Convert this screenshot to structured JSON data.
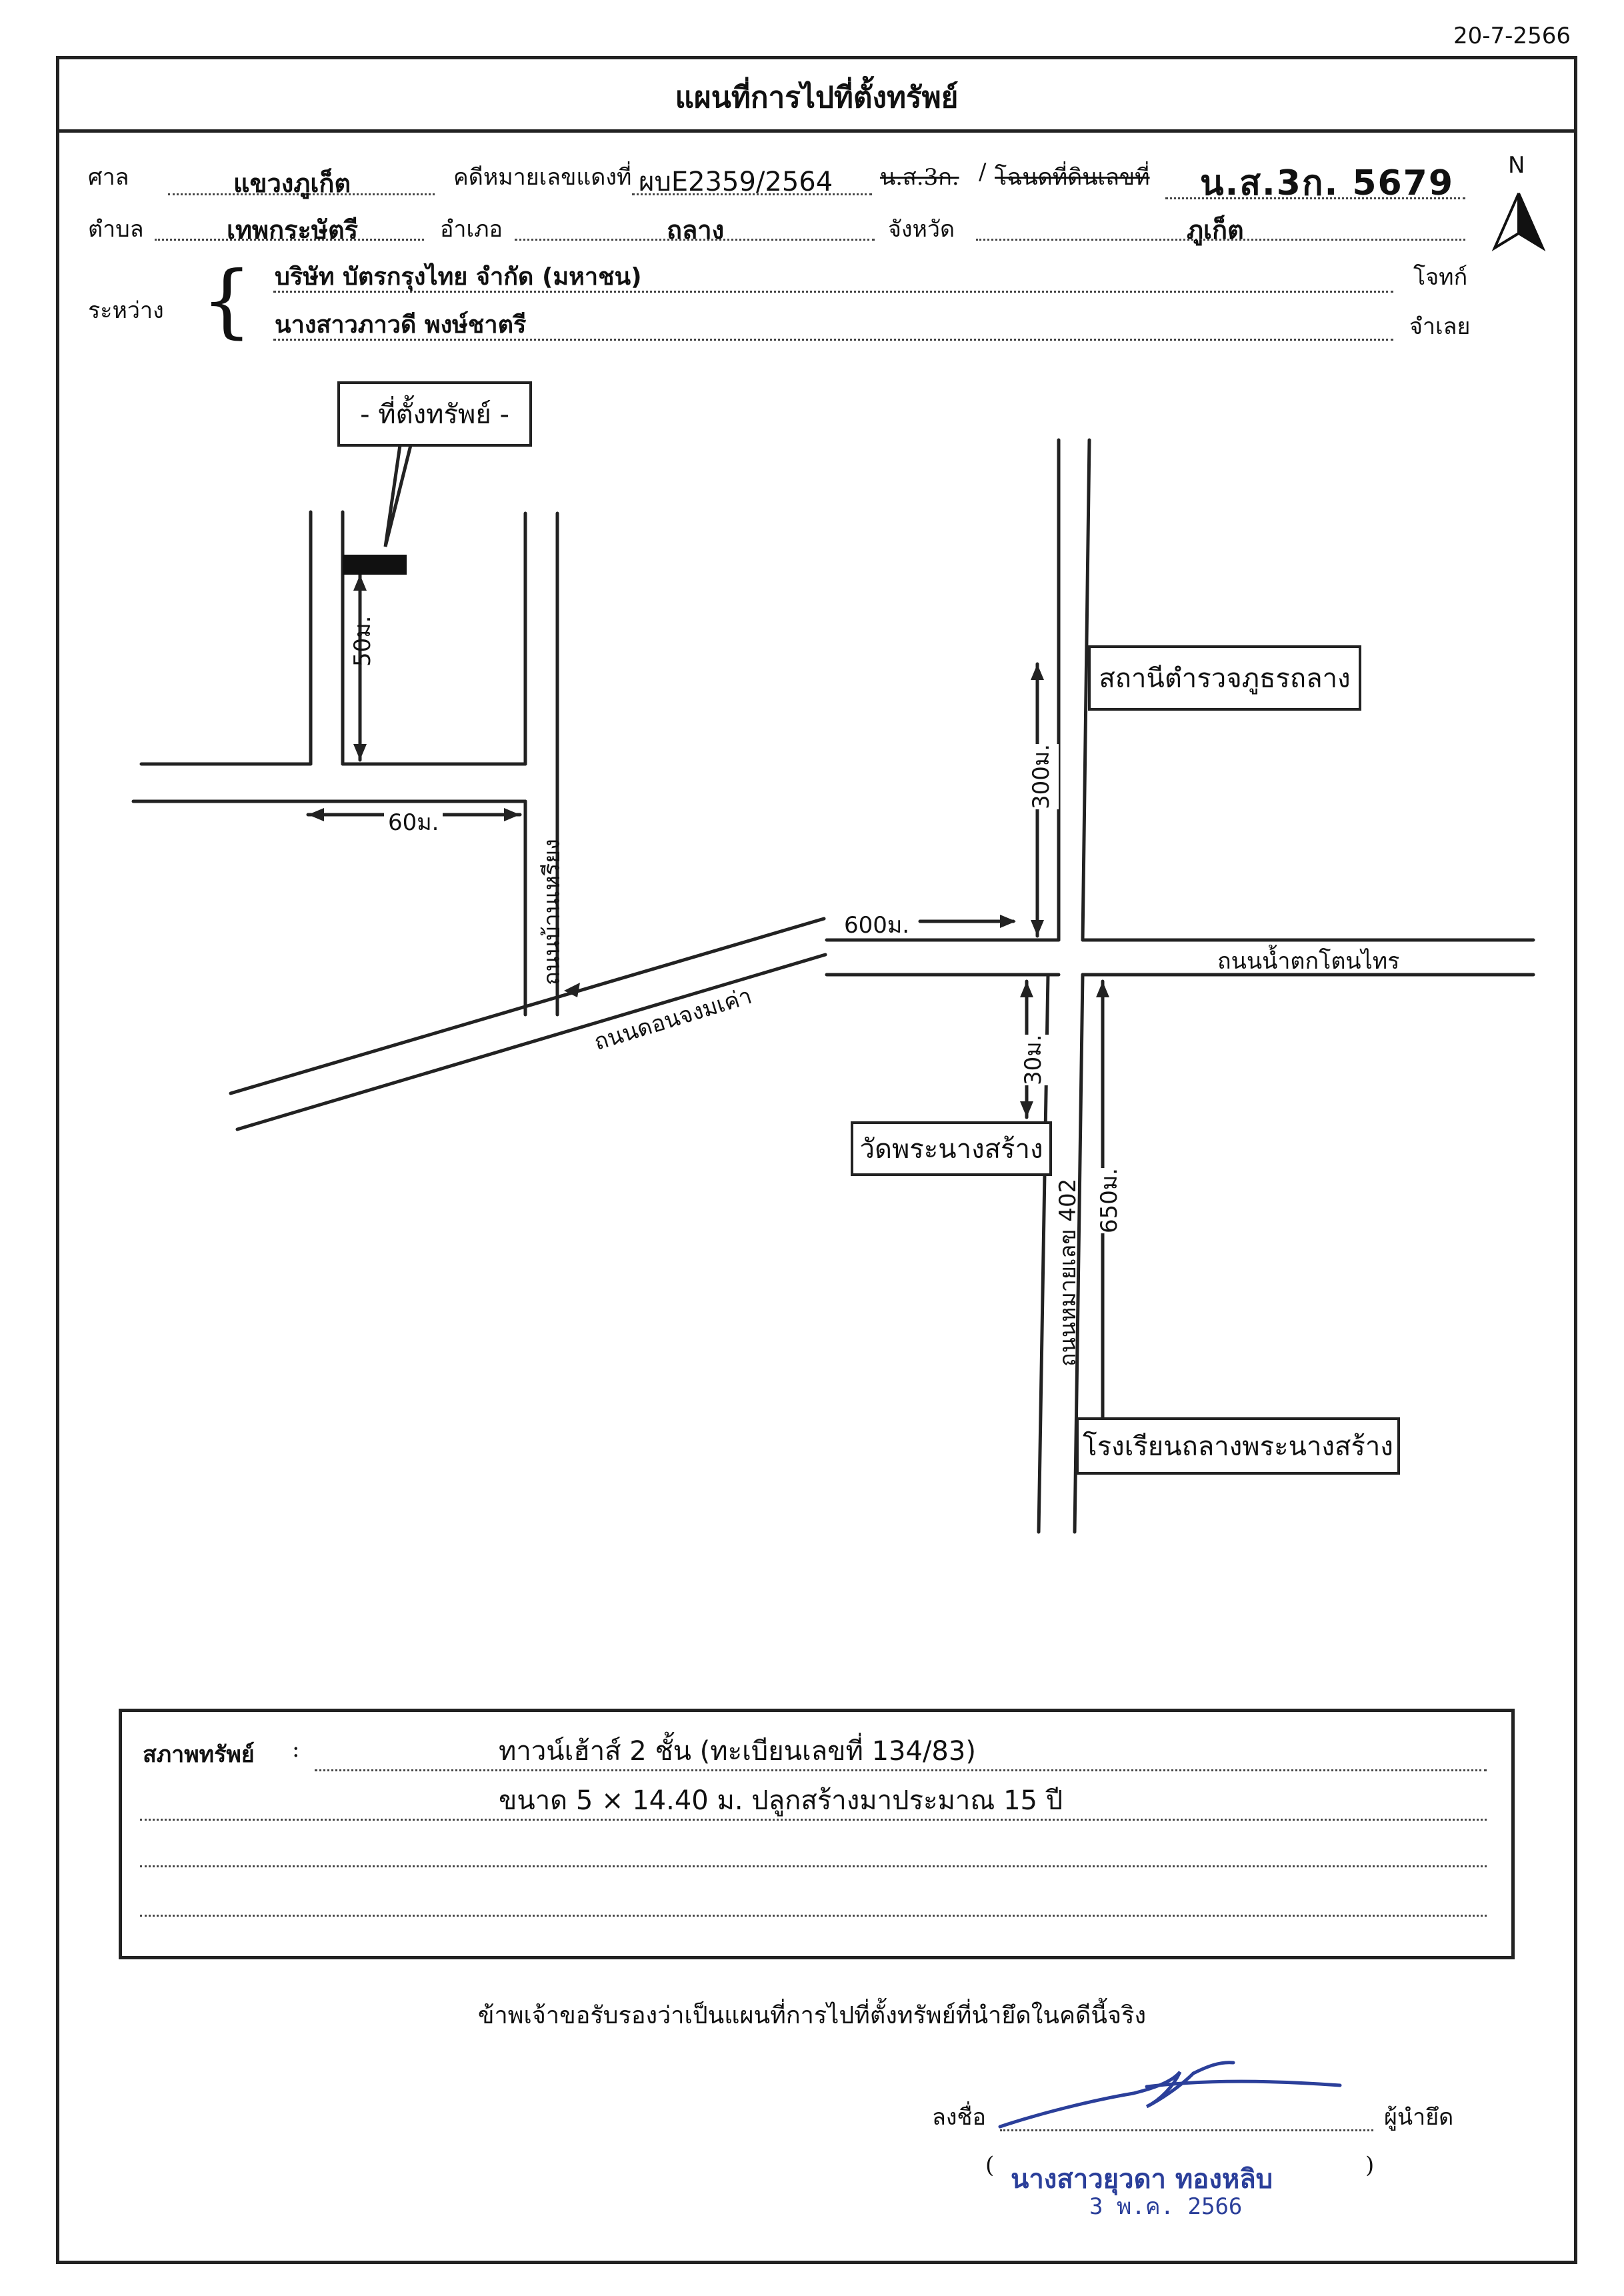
{
  "doc_date": "20-7-2566",
  "title": "แผนที่การไปที่ตั้งทรัพย์",
  "header": {
    "court_label": "ศาล",
    "court_value": "แขวงภูเก็ต",
    "case_label": "คดีหมายเลขแดงที่",
    "case_value": "ผบE2359/2564",
    "doc_type_struck_1": "น.ส.3ก.",
    "doc_type_sep": "/",
    "doc_type_struck_2": "โฉนดที่ดินเลขที่",
    "doc_number": "น.ส.3ก. 5679",
    "north_label": "N",
    "subdistrict_label": "ตำบล",
    "subdistrict_value": "เทพกระษัตรี",
    "district_label": "อำเภอ",
    "district_value": "ถลาง",
    "province_label": "จังหวัด",
    "province_value": "ภูเก็ต",
    "between_label": "ระหว่าง",
    "plaintiff_name": "บริษัท บัตรกรุงไทย จำกัด (มหาชน)",
    "plaintiff_label": "โจทก์",
    "defendant_name": "นางสาวภาวดี พงษ์ชาตรี",
    "defendant_label": "จำเลย"
  },
  "map": {
    "property_label": "- ที่ตั้งทรัพย์ -",
    "dist_50m": "50ม.",
    "dist_60m": "60ม.",
    "road_ban_muang": "ถนนบ้านเหรียง",
    "road_kon_jong": "ถนนดอนจงมเค่า",
    "dist_600m": "600ม.",
    "dist_300m": "300ม.",
    "police_station": "สถานีตำรวจภูธรถลาง",
    "road_right": "ถนนน้ำตกโตนไทร",
    "dist_30m": "30ม.",
    "temple": "วัดพระนางสร้าง",
    "road_402": "ถนนหมายเลข 402",
    "dist_650m": "650ม.",
    "school": "โรงเรียนถลางพระนางสร้าง"
  },
  "condition": {
    "label": "สภาพทรัพย์",
    "colon": ":",
    "line1": "ทาวน์เฮ้าส์ 2 ชั้น (ทะเบียนเลขที่ 134/83)",
    "line2": "ขนาด 5 × 14.40 ม. ปลูกสร้างมาประมาณ 15 ปี"
  },
  "certify_text": "ข้าพเจ้าขอรับรองว่าเป็นแผนที่การไปที่ตั้งทรัพย์ที่นำยึดในคดีนี้จริง",
  "signature": {
    "sign_label": "ลงชื่อ",
    "role_label": "ผู้นำยึด",
    "open_paren": "(",
    "name": "นางสาวยุวดา ทองหลิบ",
    "close_paren": ")",
    "stamp_date": "3 พ.ค. 2566"
  }
}
